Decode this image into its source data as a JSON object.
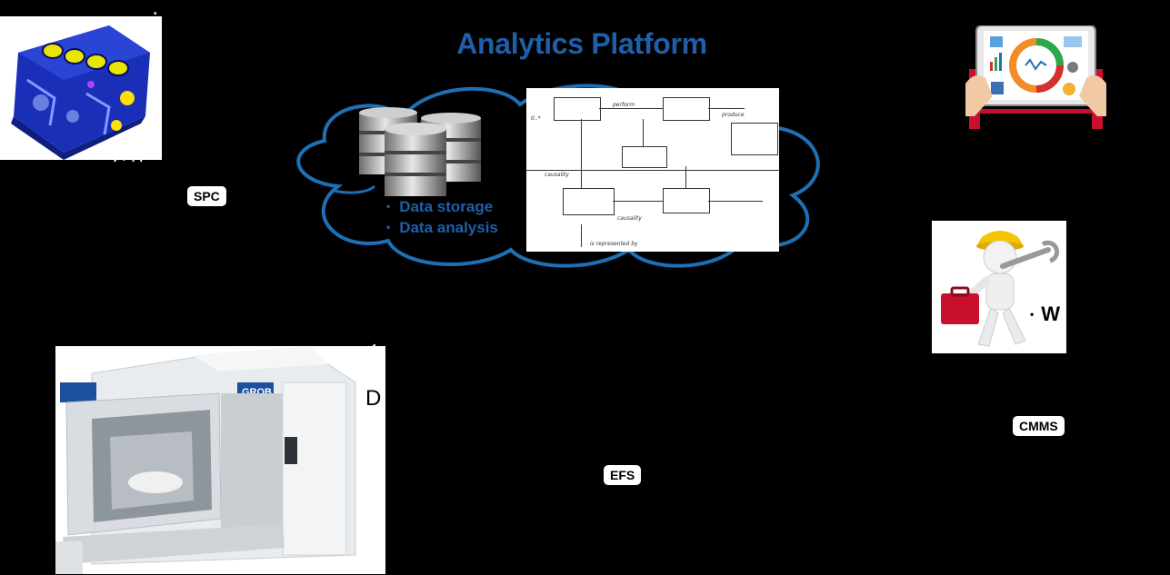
{
  "title": "Analytics Platform",
  "cloud": {
    "bullets": [
      "Data storage",
      "Data analysis"
    ]
  },
  "labels": {
    "spc": "SPC",
    "efs": "EFS",
    "cmms": "CMMS"
  },
  "partial_text": {
    "machine_side_letter": "D",
    "maintenance_bullet_letter": "W",
    "engine_under_text": "C P"
  },
  "icons": {
    "engine_block": "engine-block-icon",
    "database": "database-stack-icon",
    "uml": "uml-class-diagram",
    "tablet": "analytics-tablet-icon",
    "worker": "maintenance-worker-icon",
    "cnc": "cnc-machine-icon"
  },
  "colors": {
    "accent": "#1f5fa8",
    "engine_blue": "#1a2fb8",
    "engine_yellow": "#e6e600",
    "cloud_stroke": "#1f6fb4",
    "toolbox_red": "#c8102e",
    "helmet_yellow": "#f5c400",
    "grob_blue": "#1c4f9c"
  }
}
